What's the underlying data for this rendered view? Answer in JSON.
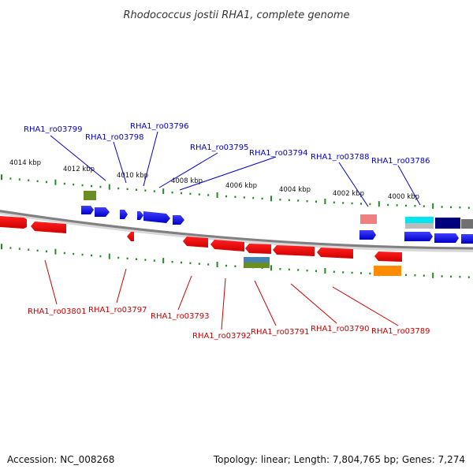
{
  "title": "Rhodococcus jostii RHA1, complete genome",
  "accession_text": "Accession: NC_008268",
  "topology_text": "Topology: linear; Length: 7,804,765 bp; Genes: 7,274",
  "scale_labels": [
    "4014 kbp",
    "4012 kbp",
    "4010 kbp",
    "4008 kbp",
    "4006 kbp",
    "4004 kbp",
    "4002 kbp",
    "4000 kbp"
  ],
  "top_genes": [
    "RHA1_ro03799",
    "RHA1_ro03798",
    "RHA1_ro03796",
    "RHA1_ro03795",
    "RHA1_ro03794",
    "RHA1_ro03788",
    "RHA1_ro03786"
  ],
  "bottom_genes": [
    "RHA1_ro03801",
    "RHA1_ro03797",
    "RHA1_ro03793",
    "RHA1_ro03792",
    "RHA1_ro03791",
    "RHA1_ro03790",
    "RHA1_ro03789"
  ],
  "colors": {
    "forward_strand": "#0000ee",
    "reverse_strand": "#ee0000",
    "top_label": "#0000cc",
    "bottom_label": "#cc0000",
    "backbone": "#888888",
    "tick": "#228b22"
  }
}
